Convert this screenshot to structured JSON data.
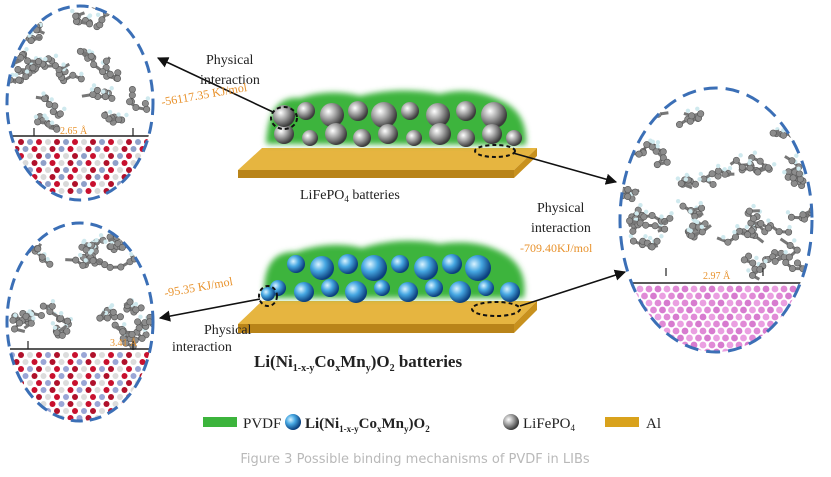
{
  "top_label": {
    "line1": "Physical",
    "line2": "interaction",
    "energy": "-56117.35 KJ/mol"
  },
  "lifepo4_caption": {
    "main": "LiFePO",
    "sub": "4",
    "rest": " batteries"
  },
  "top_left_distance": "2.65 Å",
  "right_label": {
    "line1": "Physical",
    "line2": "interaction",
    "energy": "-709.40KJ/mol"
  },
  "right_distance": "2.97 Å",
  "bottom_label": {
    "energy": "-95.35 KJ/mol",
    "line1": "Physical",
    "line2": "interaction"
  },
  "bottom_left_distance": "3.41 Å",
  "ncm_caption": {
    "p1": "Li(Ni",
    "s1": "1-x-y",
    "p2": "Co",
    "s2": "x",
    "p3": "Mn",
    "s3": "y",
    "p4": ")O",
    "s4": "2",
    "p5": " batteries"
  },
  "legend": {
    "pvdf": "PVDF",
    "ncm": {
      "p1": "Li(Ni",
      "s1": "1-x-y",
      "p2": "Co",
      "s2": "x",
      "p3": "Mn",
      "s3": "y",
      "p4": ")O",
      "s4": "2"
    },
    "lfp": "LiFePO",
    "lfp_sub": "4",
    "al": "Al"
  },
  "figure_caption": "Figure 3 Possible binding mechanisms of PVDF in LIBs",
  "colors": {
    "pvdf": "#3cb43c",
    "aluminum": "#d9a21c",
    "circle_dash": "#3b6fb6",
    "energy_text": "#e8922c",
    "caption": "#b9b9b9"
  }
}
